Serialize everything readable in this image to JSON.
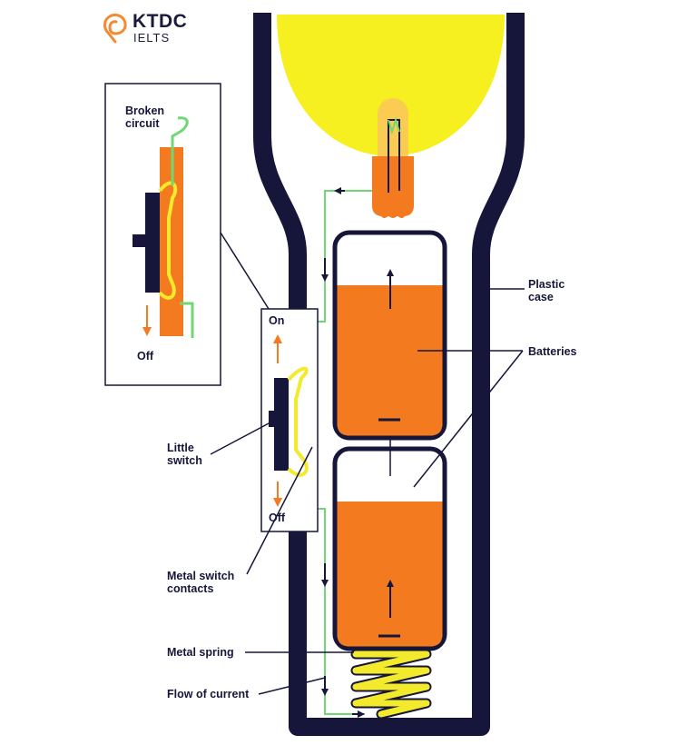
{
  "logo": {
    "name": "KTDC",
    "sub": "IELTS"
  },
  "labels": {
    "broken_circuit": "Broken\ncircuit",
    "inset_off": "Off",
    "switch_on": "On",
    "switch_off": "Off",
    "plastic_case": "Plastic\ncase",
    "batteries": "Batteries",
    "little_switch": "Little\nswitch",
    "metal_switch_contacts": "Metal switch\ncontacts",
    "metal_spring": "Metal spring",
    "flow_of_current": "Flow of current"
  },
  "colors": {
    "case": "#15163a",
    "reflector": "#f7f021",
    "battery": "#f47a1f",
    "wire": "#6fd873",
    "spring": "#f3ea2c",
    "switch_arrow": "#f47a1f",
    "logo_accent": "#f38a2f"
  }
}
